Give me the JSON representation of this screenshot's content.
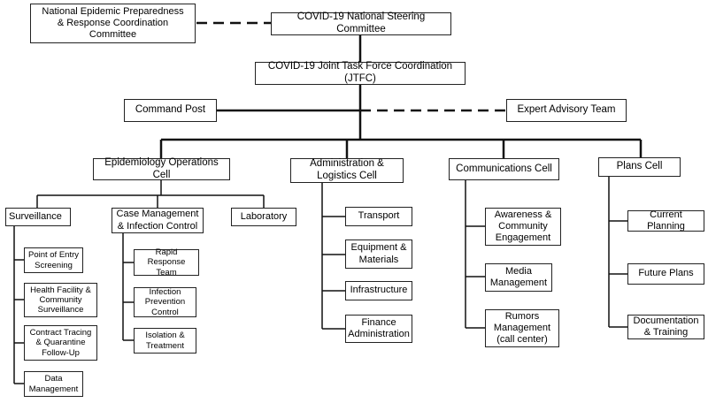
{
  "org_chart": {
    "national_committee": "National Epidemic Preparedness\n& Response Coordination\nCommittee",
    "steering_committee": "COVID-19 National Steering Committee",
    "jtfc": "COVID-19 Joint Task Force Coordination (JTFC)",
    "command_post": "Command Post",
    "expert_advisory": "Expert Advisory Team",
    "cells": {
      "epidemiology": {
        "label": "Epidemiology Operations Cell",
        "surveillance": {
          "label": "Surveillance",
          "items": [
            "Point of Entry\nScreening",
            "Health Facility &\nCommunity\nSurveillance",
            "Contract Tracing\n& Quarantine\nFollow-Up",
            "Data\nManagement"
          ]
        },
        "case_management": {
          "label": "Case Management\n& Infection Control",
          "items": [
            "Rapid Response\nTeam",
            "Infection\nPrevention\nControl",
            "Isolation &\nTreatment"
          ]
        },
        "laboratory": "Laboratory"
      },
      "administration": {
        "label": "Administration &\nLogistics Cell",
        "items": [
          "Transport",
          "Equipment &\nMaterials",
          "Infrastructure",
          "Finance\nAdministration"
        ]
      },
      "communications": {
        "label": "Communications Cell",
        "items": [
          "Awareness &\nCommunity\nEngagement",
          "Media\nManagement",
          "Rumors\nManagement\n(call center)"
        ]
      },
      "plans": {
        "label": "Plans Cell",
        "items": [
          "Current Planning",
          "Future Plans",
          "Documentation\n& Training"
        ]
      }
    }
  }
}
